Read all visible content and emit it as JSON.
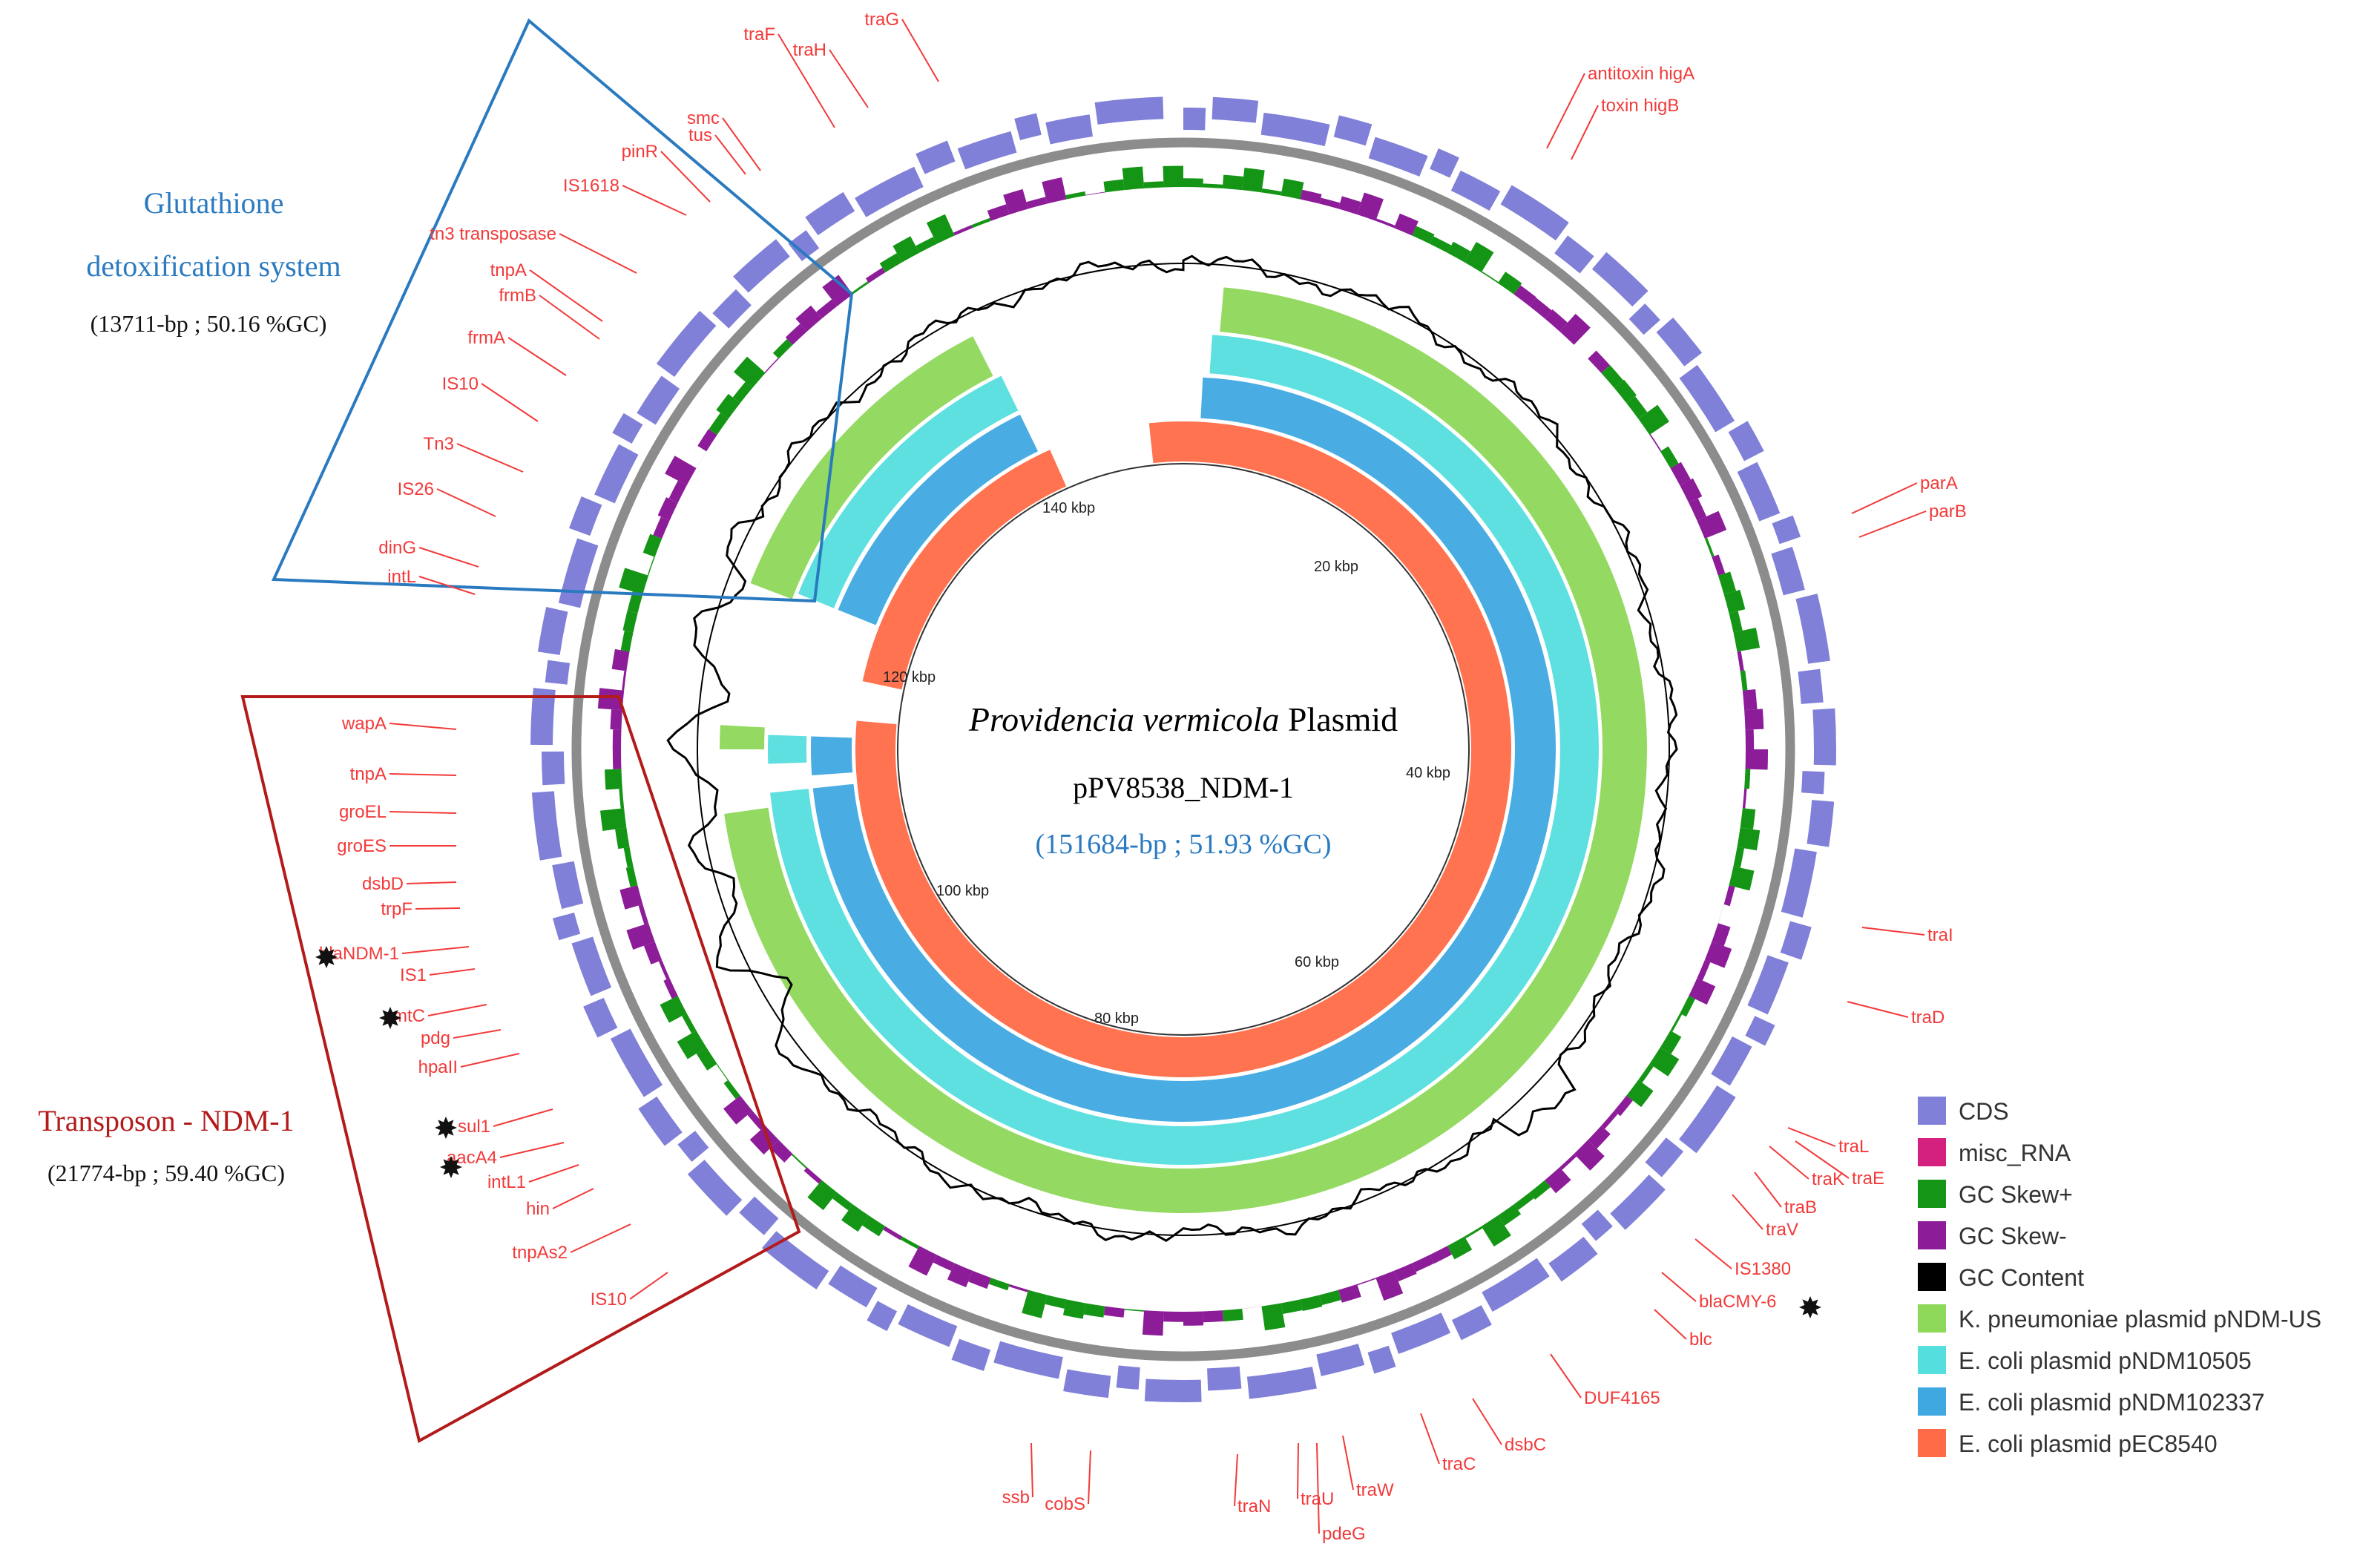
{
  "center": {
    "title_italic": "Providencia vermicola",
    "title_rest": " Plasmid",
    "plasmid_name": "pPV8538_NDM-1",
    "stats": "(151684-bp ; 51.93 %GC)"
  },
  "ticks": [
    "20 kbp",
    "40 kbp",
    "60 kbp",
    "80 kbp",
    "100 kbp",
    "120 kbp",
    "140 kbp"
  ],
  "boxes": {
    "glutathione": {
      "title_line1": "Glutathione",
      "title_line2": "detoxification system",
      "stats": "(13711-bp ; 50.16 %GC)",
      "color": "#2a7ac0"
    },
    "transposon": {
      "title": "Transposon - NDM-1",
      "stats": "(21774-bp ; 59.40 %GC)",
      "color": "#b31a1a"
    }
  },
  "gene_labels": [
    "traF",
    "traH",
    "traG",
    "antitoxin higA",
    "toxin higB",
    "smc",
    "tus",
    "pinR",
    "IS1618",
    "tn3 transposase",
    "tnpA",
    "frmB",
    "frmA",
    "IS10",
    "Tn3",
    "IS26",
    "dinG",
    "intL",
    "parA",
    "parB",
    "wapA",
    "tnpA",
    "groEL",
    "groES",
    "dsbD",
    "trpF",
    "blaNDM-1",
    "IS1",
    "rmtC",
    "pdg",
    "hpaII",
    "sul1",
    "aacA4",
    "intL1",
    "hin",
    "tnpAs2",
    "IS10",
    "traI",
    "traD",
    "traL",
    "traK",
    "traE",
    "traB",
    "traV",
    "IS1380",
    "blaCMY-6",
    "blc",
    "DUF4165",
    "dsbC",
    "traC",
    "traW",
    "pdeG",
    "traU",
    "traN",
    "cobS",
    "ssb"
  ],
  "legend": [
    {
      "label": "CDS",
      "color": "#8080d8"
    },
    {
      "label": "misc_RNA",
      "color": "#d4207e"
    },
    {
      "label": "GC Skew+",
      "color": "#159515"
    },
    {
      "label": "GC Skew-",
      "color": "#8c1c98"
    },
    {
      "label": "GC Content",
      "color": "#000000"
    },
    {
      "label": "K. pneumoniae plasmid pNDM-US",
      "color": "#8ed85a"
    },
    {
      "label": "E. coli plasmid pNDM10505",
      "color": "#55dede"
    },
    {
      "label": "E. coli plasmid pNDM102337",
      "color": "#3fa8e0"
    },
    {
      "label": "E. coli plasmid pEC8540",
      "color": "#ff6b47"
    }
  ],
  "colors": {
    "backbone": "#8c8c8c",
    "label_red": "#f23a3a",
    "cds": "#8080d8",
    "skew_pos": "#159515",
    "skew_neg": "#8c1c98",
    "gc_content": "#000000"
  }
}
